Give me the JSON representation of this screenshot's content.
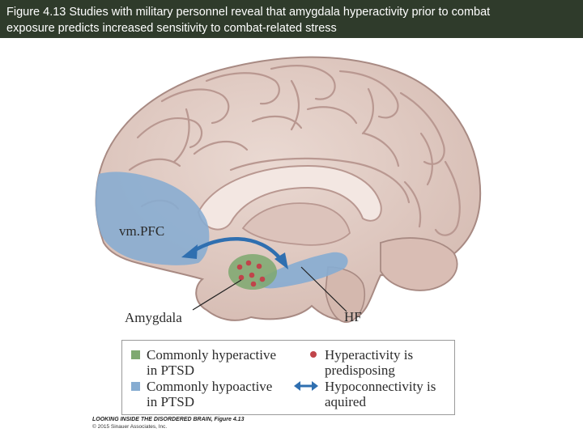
{
  "header": {
    "line1": "Figure 4.13  Studies with military personnel reveal that amygdala hyperactivity prior to combat",
    "line2": "exposure predicts increased sensitivity to combat-related stress"
  },
  "labels": {
    "vmpfc": "vm.PFC",
    "amygdala": "Amygdala",
    "hf": "HF"
  },
  "legend": {
    "items": [
      {
        "line1": "Commonly hyperactive",
        "line2": "in PTSD",
        "color": "#7fa971"
      },
      {
        "line1": "Commonly hypoactive",
        "line2": "in PTSD",
        "color": "#86acd1"
      },
      {
        "line1": "Hyperactivity is",
        "line2": "predisposing",
        "color": "#c0444a"
      },
      {
        "line1": "Hypoconnectivity is",
        "line2": "aquired",
        "color": "#2f6fb0"
      }
    ]
  },
  "credit": {
    "book": "LOOKING INSIDE THE DISORDERED BRAIN, Figure 4.13",
    "copyright": "© 2015 Sinauer Associates, Inc."
  },
  "colors": {
    "brain_fill": "#e3cfc8",
    "brain_sulci": "#b99891",
    "hypoactive_region": "#86acd1",
    "hyperactive_region": "#7fa971",
    "predisposing_dot": "#c0444a",
    "connectivity_arrow": "#2f6fb0"
  }
}
